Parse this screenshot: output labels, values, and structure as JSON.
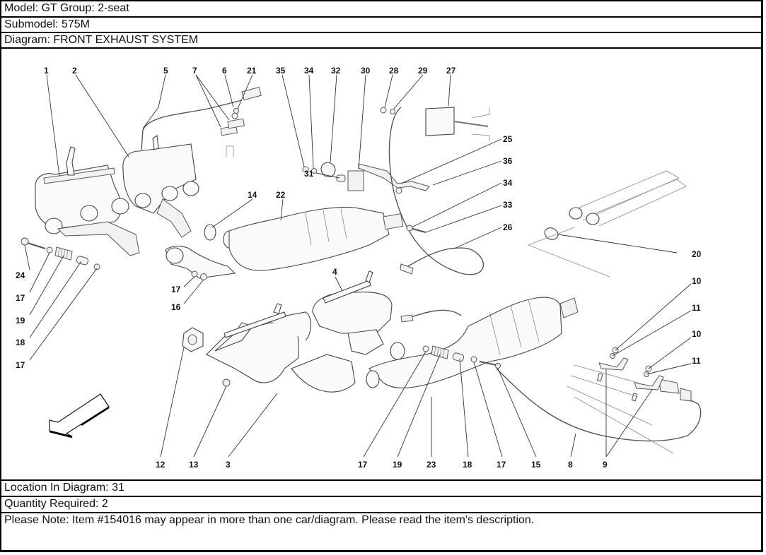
{
  "header": {
    "model_line": "Model: GT Group: 2-seat",
    "submodel_line": "Submodel: 575M",
    "diagram_line": "Diagram: FRONT EXHAUST SYSTEM"
  },
  "diagram": {
    "title": "FRONT EXHAUST SYSTEM",
    "direction_arrow": "front-direction-arrow",
    "callouts_top": [
      "1",
      "2",
      "5",
      "7",
      "6",
      "21",
      "35",
      "34",
      "32",
      "30",
      "28",
      "29",
      "27"
    ],
    "callouts_right": [
      "25",
      "36",
      "34",
      "33",
      "26",
      "20",
      "10",
      "11",
      "10",
      "11"
    ],
    "callouts_left": [
      "24",
      "17",
      "19",
      "18",
      "17"
    ],
    "callouts_middle": [
      "14",
      "22",
      "31",
      "17",
      "16",
      "4"
    ],
    "callouts_bottom": [
      "12",
      "13",
      "3",
      "17",
      "19",
      "23",
      "18",
      "17",
      "15",
      "8",
      "9"
    ]
  },
  "footer": {
    "location_line": "Location In Diagram: 31",
    "quantity_line": "Quantity Required: 2",
    "note_line": "Please Note: Item #154016 may appear in more than one car/diagram. Please read the item's description."
  }
}
